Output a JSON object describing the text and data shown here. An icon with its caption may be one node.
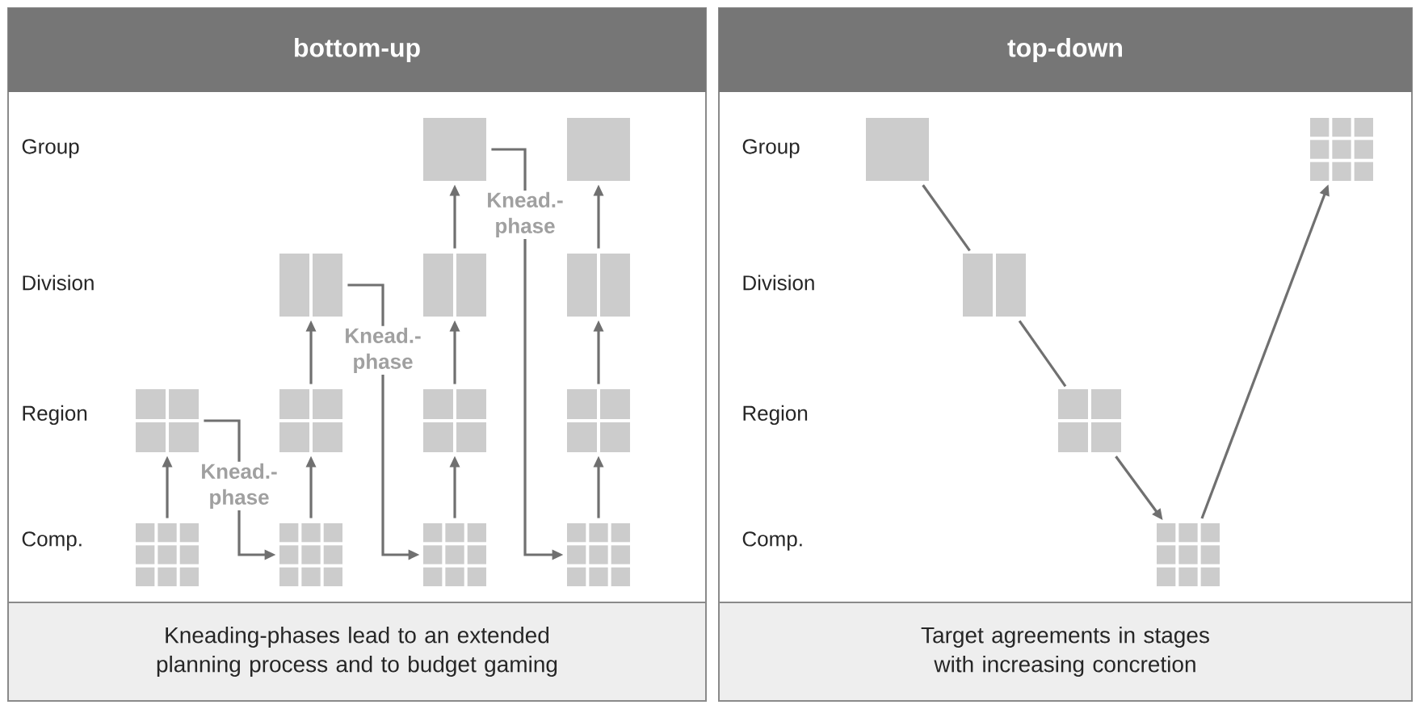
{
  "diagram": {
    "nodes": [
      {
        "text": [
          "bottom-up"
        ]
      },
      {
        "text": [
          "Kneading-phases lead to an extended planning process and to budget gaming"
        ],
        "in": 0
      },
      {
        "text": [],
        "shape": "box",
        "in": 0
      },
      {
        "text": [],
        "shape": "box",
        "in": 0
      },
      {
        "text": [],
        "shape": "box",
        "in": 0
      },
      {
        "text": [],
        "shape": "box",
        "in": 0
      },
      {
        "text": [],
        "shape": "box",
        "in": 0
      },
      {
        "text": [],
        "shape": "box",
        "in": 0
      },
      {
        "text": [],
        "shape": "box",
        "in": 0
      },
      {
        "text": [],
        "shape": "box",
        "in": 0
      },
      {
        "text": [],
        "shape": "box",
        "in": 0
      },
      {
        "text": [],
        "shape": "box",
        "in": 0
      },
      {
        "text": [],
        "shape": "box",
        "in": 0
      },
      {
        "text": [],
        "shape": "box",
        "in": 0
      },
      {
        "text": [],
        "shape": "box",
        "in": 0
      },
      {
        "text": [
          "top-down"
        ]
      },
      {
        "text": [
          "Target agreements in stages with increasing concretion"
        ],
        "in": 15
      },
      {
        "text": [],
        "shape": "box",
        "in": 15
      },
      {
        "text": [],
        "shape": "box",
        "in": 15
      },
      {
        "text": [],
        "shape": "box",
        "in": 15
      },
      {
        "text": [],
        "shape": "box",
        "in": 15
      },
      {
        "text": [],
        "shape": "box",
        "in": 15
      }
    ],
    "edges": [
      {
        "from": 11,
        "to": 7,
        "arrow": "to"
      },
      {
        "from": 12,
        "to": 8,
        "arrow": "to"
      },
      {
        "from": 8,
        "to": 4,
        "arrow": "to"
      },
      {
        "from": 13,
        "to": 9,
        "arrow": "to"
      },
      {
        "from": 9,
        "to": 5,
        "arrow": "to"
      },
      {
        "from": 5,
        "to": 2,
        "arrow": "to"
      },
      {
        "from": 14,
        "to": 10,
        "arrow": "to"
      },
      {
        "from": 10,
        "to": 6,
        "arrow": "to"
      },
      {
        "from": 6,
        "to": 3,
        "arrow": "to"
      },
      {
        "from": 7,
        "to": 12,
        "arrow": "to",
        "label": "Knead.- phase"
      },
      {
        "from": 4,
        "to": 13,
        "arrow": "to",
        "label": "Knead.- phase"
      },
      {
        "from": 2,
        "to": 14,
        "arrow": "to",
        "label": "Knead.- phase"
      },
      {
        "from": 17,
        "to": 19,
        "arrow": "none"
      },
      {
        "from": 19,
        "to": 20,
        "arrow": "none"
      },
      {
        "from": 20,
        "to": 21,
        "arrow": "to"
      },
      {
        "from": 21,
        "to": 18,
        "arrow": "to"
      }
    ],
    "labels": [
      "Group",
      "Division",
      "Region",
      "Comp.",
      "Group",
      "Division",
      "Region",
      "Comp."
    ]
  }
}
